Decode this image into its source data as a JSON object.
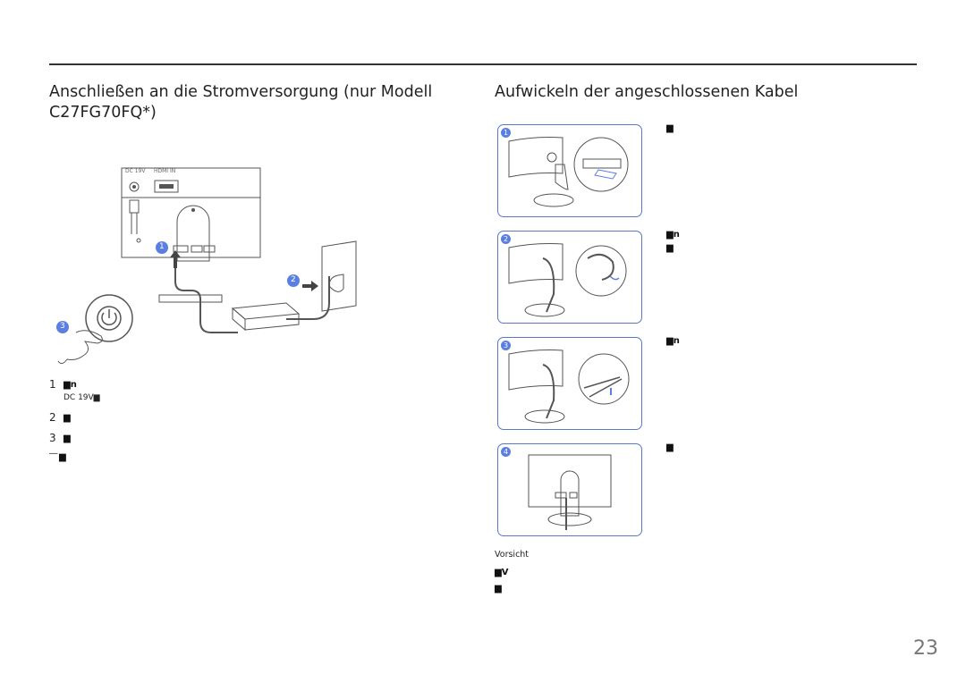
{
  "left": {
    "title": "Anschließen an die Stromversorgung (nur Modell C27FG70FQ*)",
    "figure": {
      "port_labels": [
        "DC 19V",
        "HDMI IN"
      ],
      "callouts": [
        "1",
        "2",
        "3"
      ]
    },
    "steps": [
      {
        "num": "1",
        "glyph": "▆n",
        "sub": "DC 19V▆"
      },
      {
        "num": "2",
        "glyph": "▆",
        "sub": ""
      },
      {
        "num": "3",
        "glyph": "▆",
        "sub": ""
      }
    ],
    "note": {
      "dash": "―",
      "glyph": "▆"
    }
  },
  "right": {
    "title": "Aufwickeln der angeschlossenen Kabel",
    "panels": [
      {
        "badge": "1",
        "text": [
          "▆"
        ]
      },
      {
        "badge": "2",
        "text": [
          "▆n",
          "▆"
        ]
      },
      {
        "badge": "3",
        "text": [
          "▆n"
        ]
      },
      {
        "badge": "4",
        "text": [
          "▆"
        ]
      }
    ],
    "caution": {
      "heading": "Vorsicht",
      "lines": [
        "▆V",
        "▆"
      ]
    }
  },
  "page_number": "23",
  "colors": {
    "accent": "#5b7fe0",
    "panel_border": "#5a78c8",
    "rule": "#333333"
  }
}
